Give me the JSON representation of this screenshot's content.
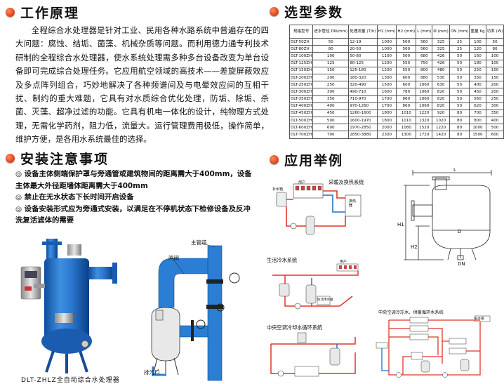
{
  "sections": {
    "principle": {
      "title": "工作原理",
      "text": "全程综合水处理器是针对工业、民用各种水路系统中普遍存在的四大问题：腐蚀、结垢、菌藻、机械杂质等问题。而利用德力通专利技术研制的全程综合水处理器，使水系统处理需多种多台设备改变为单台设备即可完成综合处理任务。它应用航空领域的高技术——差旋屏蔽效应及多点阵列组合，巧妙地解决了各种频谱间及与电晕效应间的互相干扰、制约的重大难题，它具有对水质综合优化处理，防垢、除垢、杀菌、灭藻、超净过滤的功能。它具有机电一体化的设计，纯物理方式处理，无需化学药剂，阻力低，流量大。运行管理费用极低，操作简单，维护方便，是各用水系统最佳的选择。"
    },
    "params": {
      "title": "选型参数",
      "headers": [
        "规格型号",
        "进水管径 DN(mm)",
        "处理流量 (T/h)",
        "H1 (mm)",
        "H2 (mm)",
        "L (mm)",
        "Ø (mm)",
        "DN (mm)",
        "重量 Kg",
        "功率 (W)"
      ],
      "rows": [
        [
          "DLT-50ZH",
          "50",
          "12-19",
          "1000",
          "500",
          "560",
          "325",
          "25",
          "100",
          "50"
        ],
        [
          "DLT-80ZH",
          "80",
          "20-50",
          "1000",
          "500",
          "560",
          "325",
          "25",
          "120",
          "80"
        ],
        [
          "DLT-100ZH",
          "100",
          "50-80",
          "1100",
          "500",
          "680",
          "426",
          "50",
          "160",
          "100"
        ],
        [
          "DLT-125ZH",
          "125",
          "80-125",
          "1200",
          "550",
          "750",
          "426",
          "50",
          "180",
          "100"
        ],
        [
          "DLT-150ZH",
          "150",
          "125-180",
          "1200",
          "550",
          "800",
          "480",
          "50",
          "250",
          "150"
        ],
        [
          "DLT-200ZH",
          "200",
          "180-320",
          "1300",
          "600",
          "880",
          "530",
          "50",
          "350",
          "150"
        ],
        [
          "DLT-250ZH",
          "250",
          "320-490",
          "1500",
          "600",
          "1060",
          "630",
          "50",
          "400",
          "200"
        ],
        [
          "DLT-300ZH",
          "300",
          "490-710",
          "1600",
          "780",
          "1060",
          "820",
          "50",
          "450",
          "200"
        ],
        [
          "DLT-350ZH",
          "350",
          "710-970",
          "1700",
          "860",
          "1060",
          "820",
          "50",
          "560",
          "250"
        ],
        [
          "DLT-400ZH",
          "400",
          "970-1260",
          "1700",
          "860",
          "1060",
          "820",
          "50",
          "620",
          "300"
        ],
        [
          "DLT-450ZH",
          "450",
          "1260-1600",
          "1800",
          "1010",
          "1220",
          "920",
          "80",
          "700",
          "350"
        ],
        [
          "DLT-500ZH",
          "500",
          "1600-1970",
          "1800",
          "1010",
          "1320",
          "1020",
          "80",
          "800",
          "400"
        ],
        [
          "DLT-600ZH",
          "600",
          "1970-2850",
          "2000",
          "1080",
          "1520",
          "1220",
          "80",
          "1000",
          "500"
        ],
        [
          "DLT-700ZH",
          "700",
          "2850-3880",
          "2300",
          "1300",
          "1720",
          "1420",
          "80",
          "1500",
          "600"
        ]
      ]
    },
    "install": {
      "title": "安装注意事项",
      "text": "◎ 设备主体侧端保护罩与旁通管或建筑物间的距离需大于400mm，设备主体最大外径距墙体距离需大于400mm\n◎ 禁止在无水状态下长时间开启设备\n◎ 设备安装形式应为旁通式安装，以满足在不停机状态下检修设备及反冲洗复活滤体的需要",
      "caption": "DLT-ZHLZ全自动综合水处理器",
      "diagram": {
        "main_pipe": "主管道",
        "valve": "闸阀",
        "drain": "排污口"
      }
    },
    "application": {
      "title": "应用举例",
      "heating": "采暖及换热系统",
      "domestic": "生活冷水系统",
      "cooling": "中央空调冷却水循环系统",
      "chiller": "中央空调冷冻水、供暖循环水系统",
      "user": "用户",
      "makeup_tank": "补水箱",
      "heat_exchanger": "换热器",
      "pump": "泵",
      "domestic_tank": "生活用水箱",
      "makeup_tank2": "补水箱",
      "dims": {
        "L": "L",
        "H1": "H1",
        "H2": "H2",
        "D": "D",
        "DN": "DN"
      }
    }
  },
  "colors": {
    "accent": "#d8401a",
    "pipe": "#1f72c6",
    "red_line": "#e0362c"
  }
}
